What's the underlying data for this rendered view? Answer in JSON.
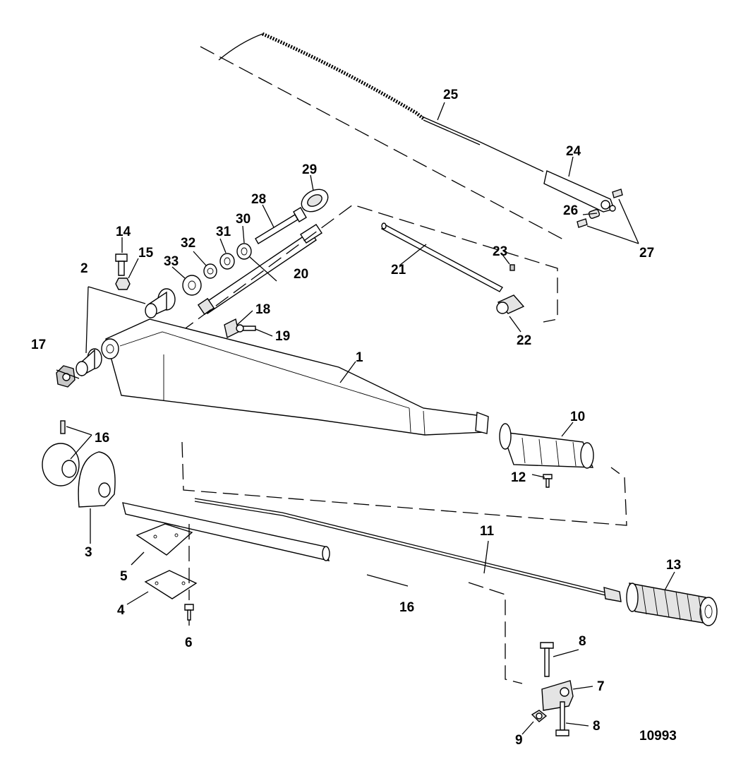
{
  "figure_id": "10993",
  "callouts": {
    "c1": "1",
    "c2": "2",
    "c3": "3",
    "c4": "4",
    "c5": "5",
    "c6": "6",
    "c7": "7",
    "c8a": "8",
    "c8b": "8",
    "c9": "9",
    "c10": "10",
    "c11": "11",
    "c12": "12",
    "c13": "13",
    "c14": "14",
    "c15": "15",
    "c16a": "16",
    "c16b": "16",
    "c17": "17",
    "c18": "18",
    "c19": "19",
    "c20": "20",
    "c21": "21",
    "c22": "22",
    "c23": "23",
    "c24": "24",
    "c25": "25",
    "c26": "26",
    "c27": "27",
    "c28": "28",
    "c29": "29",
    "c30": "30",
    "c31": "31",
    "c32": "32",
    "c33": "33"
  }
}
